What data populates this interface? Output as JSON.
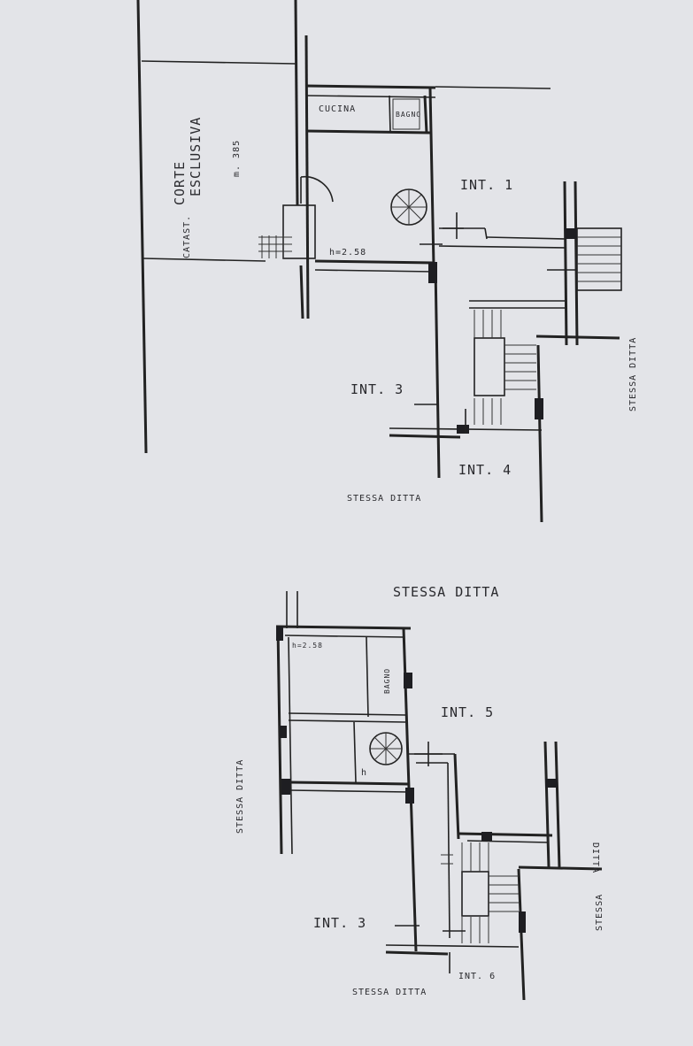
{
  "plan_top": {
    "labels": {
      "cucina": "CUCINA",
      "bagno": "BAGNO",
      "height": "h=2.58",
      "corte": "CORTE",
      "corte_2": "ESCLUSIVA",
      "corte_sub": "CATAST.",
      "area_note": "m. 385",
      "int1": "INT. 1",
      "int3": "INT. 3",
      "int4": "INT. 4",
      "stessa_bottom": "STESSA DITTA",
      "stessa_right": "STESSA DITTA"
    }
  },
  "plan_bottom": {
    "labels": {
      "stessa_top": "STESSA DITTA",
      "height": "h=2.58",
      "bagno": "BAGNO",
      "h_small": "h",
      "int5": "INT. 5",
      "stessa_left": "STESSA DITTA",
      "stessa_right_1": "DITTA",
      "stessa_right_2": "STESSA",
      "int3": "INT. 3",
      "int6": "INT. 6",
      "stessa_bottom": "STESSA DITTA"
    }
  }
}
